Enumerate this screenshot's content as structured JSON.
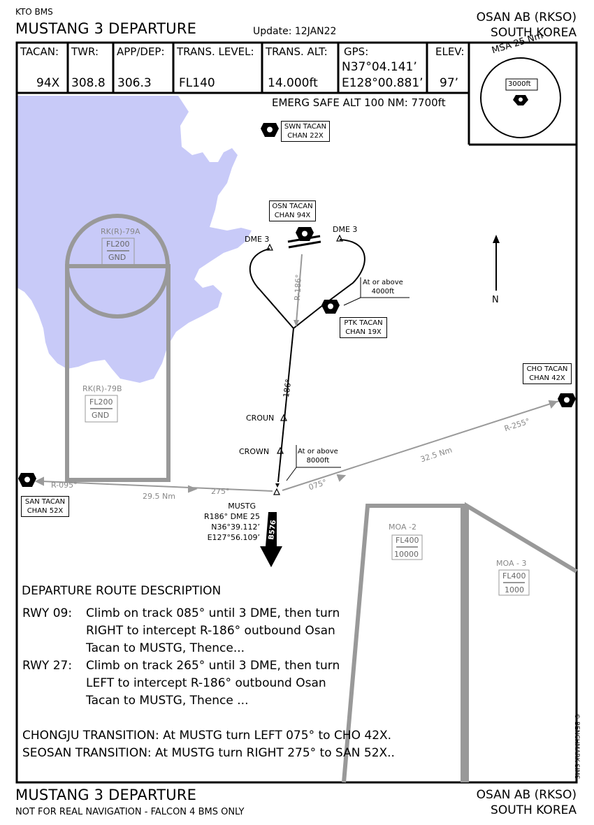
{
  "header": {
    "publisher": "KTO BMS",
    "title": "MUSTANG 3 DEPARTURE",
    "update": "Update: 12JAN22",
    "airport": "OSAN AB (RKSO)",
    "country": "SOUTH KOREA"
  },
  "info_boxes": [
    {
      "label": "TACAN:",
      "value": "94X"
    },
    {
      "label": "TWR:",
      "value": "308.8"
    },
    {
      "label": "APP/DEP:",
      "value": "306.3"
    },
    {
      "label": "TRANS. LEVEL:",
      "value": "FL140"
    },
    {
      "label": "TRANS. ALT:",
      "value": "14.000ft"
    },
    {
      "label": "GPS:",
      "value_lines": [
        "N37°04.141’",
        "E128°00.881’"
      ]
    },
    {
      "label": "ELEV:",
      "value": "97’"
    }
  ],
  "msa": {
    "title": "MSA 25 Nm",
    "alt": "3000ft"
  },
  "emerg_safe_alt": "EMERG SAFE ALT 100 NM: 7700ft",
  "navaids": {
    "swn": {
      "name": "SWN TACAN",
      "chan": "CHAN 22X"
    },
    "osn": {
      "name": "OSN TACAN",
      "chan": "CHAN 94X"
    },
    "ptk": {
      "name": "PTK TACAN",
      "chan": "CHAN 19X"
    },
    "cho": {
      "name": "CHO TACAN",
      "chan": "CHAN 42X"
    },
    "san": {
      "name": "SAN TACAN",
      "chan": "CHAN 52X"
    }
  },
  "airspace": {
    "rk79a": {
      "name": "RK(R)-79A",
      "top": "FL200",
      "bottom": "GND"
    },
    "rk79b": {
      "name": "RK(R)-79B",
      "top": "FL200",
      "bottom": "GND"
    },
    "moa2": {
      "name": "MOA -2",
      "top": "FL400",
      "bottom": "10000"
    },
    "moa3": {
      "name": "MOA - 3",
      "top": "FL400",
      "bottom": "1000"
    }
  },
  "route_labels": {
    "dme3_left": "DME 3",
    "dme3_right": "DME 3",
    "radial_186_inbound": "R-186°",
    "course_186": "186°",
    "at_above_4000_line1": "At or above",
    "at_above_4000_line2": "4000ft",
    "at_above_8000_line1": "At or above",
    "at_above_8000_line2": "8000ft",
    "croun": "CROUN",
    "crown": "CROWN",
    "r095": "R-095°",
    "dist_san": "29.5 Nm",
    "c275": "275°",
    "c075": "075°",
    "dist_cho": "32.5 Nm",
    "r255": "R-255°",
    "airway": "B576",
    "north": "N"
  },
  "mustg": {
    "name": "MUSTG",
    "line1": "R186° DME 25",
    "line2": "N36°39.112’",
    "line3": "E127°56.109’"
  },
  "description": {
    "heading": "DEPARTURE ROUTE DESCRIPTION",
    "rwy09_label": "RWY 09:",
    "rwy09_lines": [
      "Climb on track 085° until 3 DME, then turn",
      "RIGHT to intercept R-186° outbound Osan",
      "Tacan to MUSTG, Thence..."
    ],
    "rwy27_label": "RWY 27:",
    "rwy27_lines": [
      "Climb on track 265° until 3 DME, then turn",
      "LEFT to intercept R-186° outbound Osan",
      "Tacan to MUSTG, Thence ..."
    ],
    "chongju": "CHONGJU TRANSITION: At MUSTG turn LEFT 075° to CHO 42X.",
    "seosan": "SEOSAN TRANSITION: At MUSTG turn RIGHT 275° to SAN 52X.."
  },
  "copyright": "© BENCHMARK SIMS",
  "footer": {
    "title": "MUSTANG 3 DEPARTURE",
    "disclaimer": "NOT FOR REAL NAVIGATION - FALCON 4 BMS ONLY",
    "airport": "OSAN AB (RKSO)",
    "country": "SOUTH KOREA"
  },
  "colors": {
    "water": "#c8caf8",
    "airspace": "#999999",
    "route": "#000000",
    "transition": "#9a9a9a"
  }
}
